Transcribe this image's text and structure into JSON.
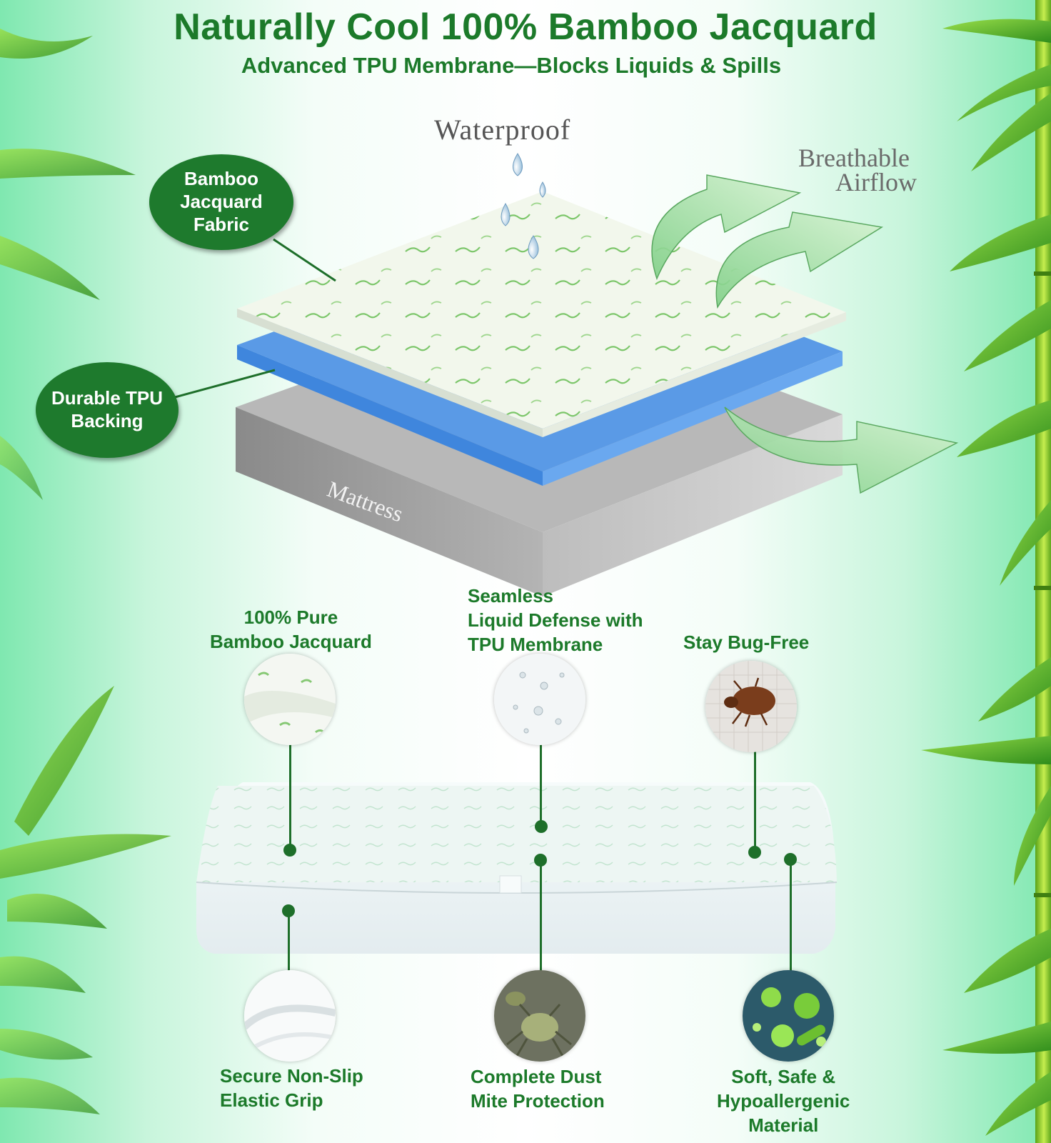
{
  "header": {
    "title": "Naturally Cool 100% Bamboo Jacquard",
    "subtitle": "Advanced TPU Membrane—Blocks Liquids & Spills"
  },
  "diagram": {
    "waterproof_label": "Waterproof",
    "breathable_line1": "Breathable",
    "breathable_line2": "Airflow",
    "mattress_label": "Mattress",
    "callout_fabric": "Bamboo\nJacquard\nFabric",
    "callout_tpu": "Durable TPU\nBacking"
  },
  "features": {
    "pure_bamboo": "100% Pure\nBamboo Jacquard",
    "liquid_defense": "Seamless\nLiquid Defense with\nTPU Membrane",
    "bug_free": "Stay Bug-Free",
    "non_slip": "Secure Non-Slip\nElastic Grip",
    "dust_mite": "Complete Dust\nMite Protection",
    "hypoallergenic": "Soft, Safe &\nHypoallergenic\nMaterial"
  },
  "colors": {
    "brand_green": "#1c7a2a",
    "tpu_blue": "#3f86dd",
    "mattress_gray": "#8a8a8a"
  },
  "icons": [
    "water-drop-icon",
    "airflow-arrow-icon",
    "bamboo-leaf-icon",
    "bed-bug-icon",
    "dust-mite-icon",
    "bacteria-icon"
  ]
}
